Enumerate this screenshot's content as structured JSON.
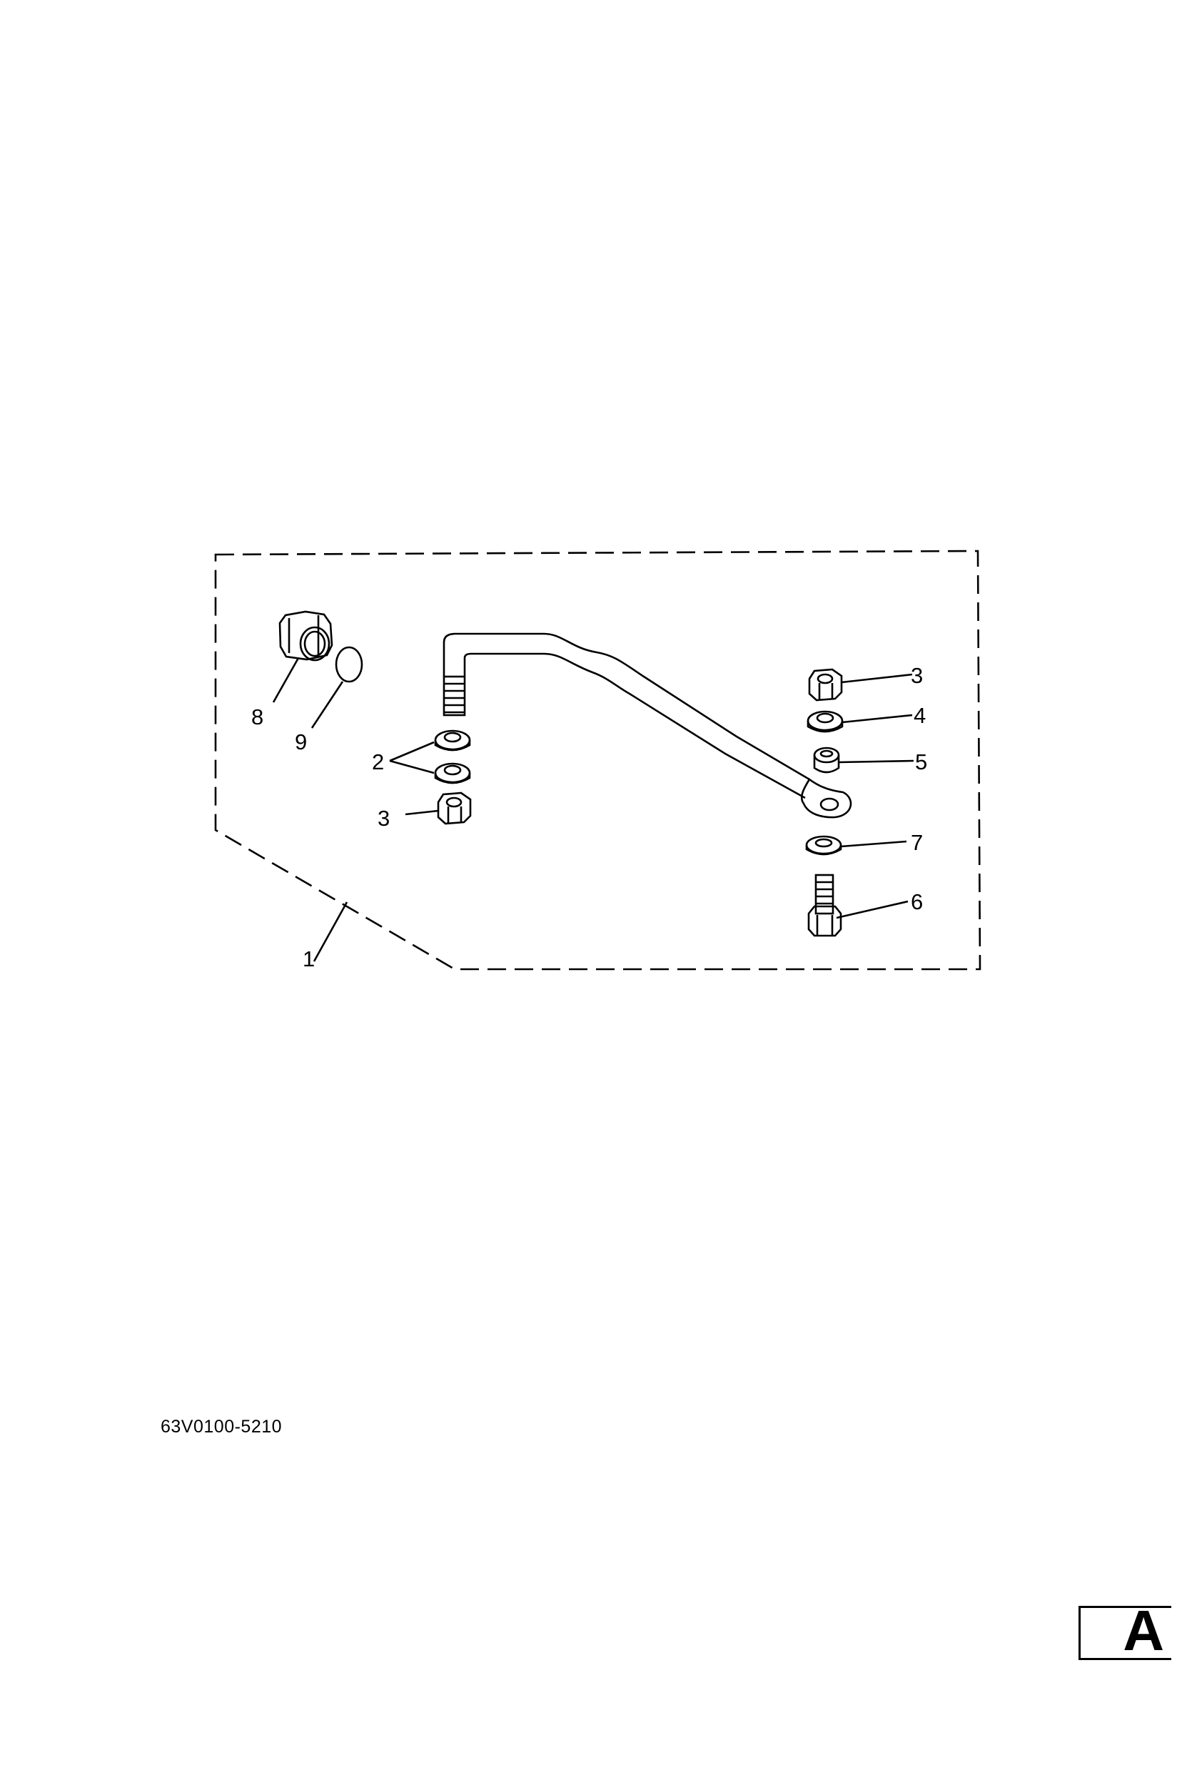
{
  "callouts": {
    "c1": "1",
    "c2": "2",
    "c3a": "3",
    "c3b": "3",
    "c4": "4",
    "c5": "5",
    "c6": "6",
    "c7": "7",
    "c8": "8",
    "c9": "9"
  },
  "drawing_code": "63V0100-5210",
  "section_tab": "A"
}
